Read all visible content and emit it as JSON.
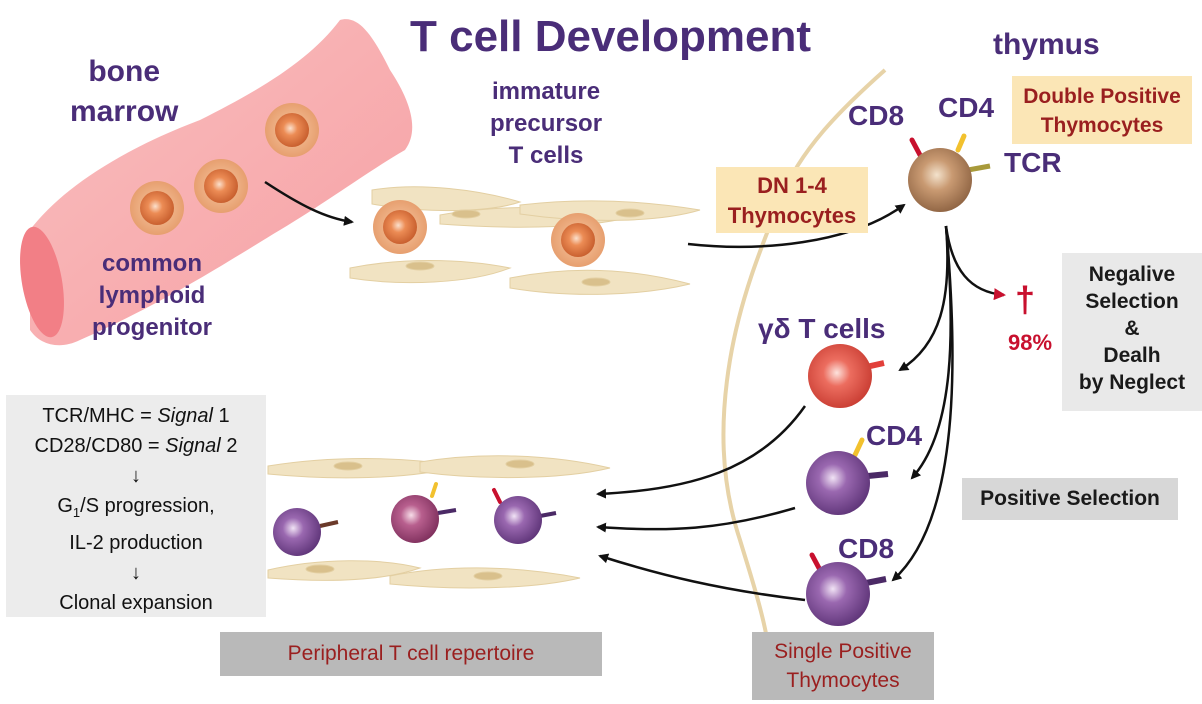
{
  "title": "T cell Development",
  "labels": {
    "bone_marrow_1": "bone",
    "bone_marrow_2": "marrow",
    "thymus": "thymus",
    "immature_1": "immature",
    "immature_2": "precursor",
    "immature_3": "T cells",
    "clp_1": "common",
    "clp_2": "lymphoid",
    "clp_3": "progenitor",
    "cd8_top": "CD8",
    "cd4_top": "CD4",
    "tcr": "TCR",
    "gamma_delta": "γδ T cells",
    "cd4_sp": "CD4",
    "cd8_sp": "CD8",
    "dagger": "†",
    "percent": "98%"
  },
  "boxes": {
    "dn_1": "DN 1-4",
    "dn_2": "Thymocytes",
    "dp_1": "Double Positive",
    "dp_2": "Thymocytes",
    "neg_1": "Negalive",
    "neg_2": "Selection",
    "neg_3": "&",
    "neg_4": "Dealh",
    "neg_5": "by Neglect",
    "positive": "Positive Selection",
    "peripheral": "Peripheral T cell repertoire",
    "sp_1": "Single Positive",
    "sp_2": "Thymocytes"
  },
  "signals": {
    "line1_prefix": "TCR/MHC = ",
    "line1_italic": "Signal",
    "line1_suffix": " 1",
    "line2_prefix": "CD28/CD80 = ",
    "line2_italic": "Signal",
    "line2_suffix": " 2",
    "arrow1": "↓",
    "g_prefix": "G",
    "g_sub": "1",
    "g_suffix": "/S progression,",
    "line4": "IL-2 production",
    "arrow2": "↓",
    "line5": "Clonal expansion"
  },
  "colors": {
    "title_purple": "#4a2d78",
    "box_tan": "#fbe6b6",
    "box_text_red": "#9a1f1f",
    "death_red": "#c8102e",
    "bone_pink": "#f48f94"
  }
}
